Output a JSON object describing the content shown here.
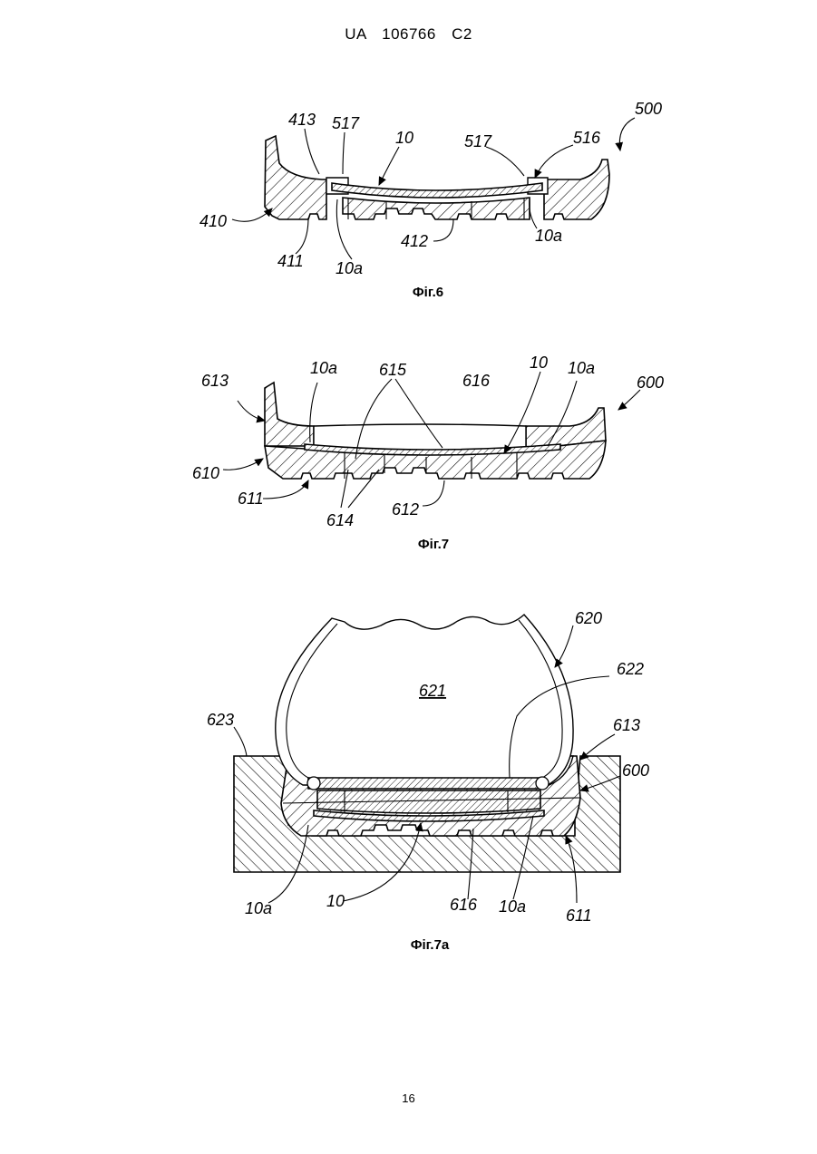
{
  "header": {
    "code": "UA",
    "number": "106766",
    "kind": "C2"
  },
  "page_number": "16",
  "figures": [
    {
      "caption": "Фіг.6",
      "labels": {
        "l413": "413",
        "l517a": "517",
        "l10": "10",
        "l517b": "517",
        "l516": "516",
        "l500": "500",
        "l410": "410",
        "l411": "411",
        "l10a_1": "10a",
        "l412": "412",
        "l10a_2": "10a"
      }
    },
    {
      "caption": "Фіг.7",
      "labels": {
        "l613": "613",
        "l10a_1": "10a",
        "l615": "615",
        "l616": "616",
        "l10": "10",
        "l10a_2": "10a",
        "l600": "600",
        "l610": "610",
        "l611": "611",
        "l614": "614",
        "l612": "612"
      }
    },
    {
      "caption": "Фіг.7а",
      "labels": {
        "l620": "620",
        "l621": "621",
        "l622": "622",
        "l623": "623",
        "l613": "613",
        "l600": "600",
        "l10a_1": "10a",
        "l10": "10",
        "l616": "616",
        "l10a_2": "10a",
        "l611": "611"
      }
    }
  ]
}
